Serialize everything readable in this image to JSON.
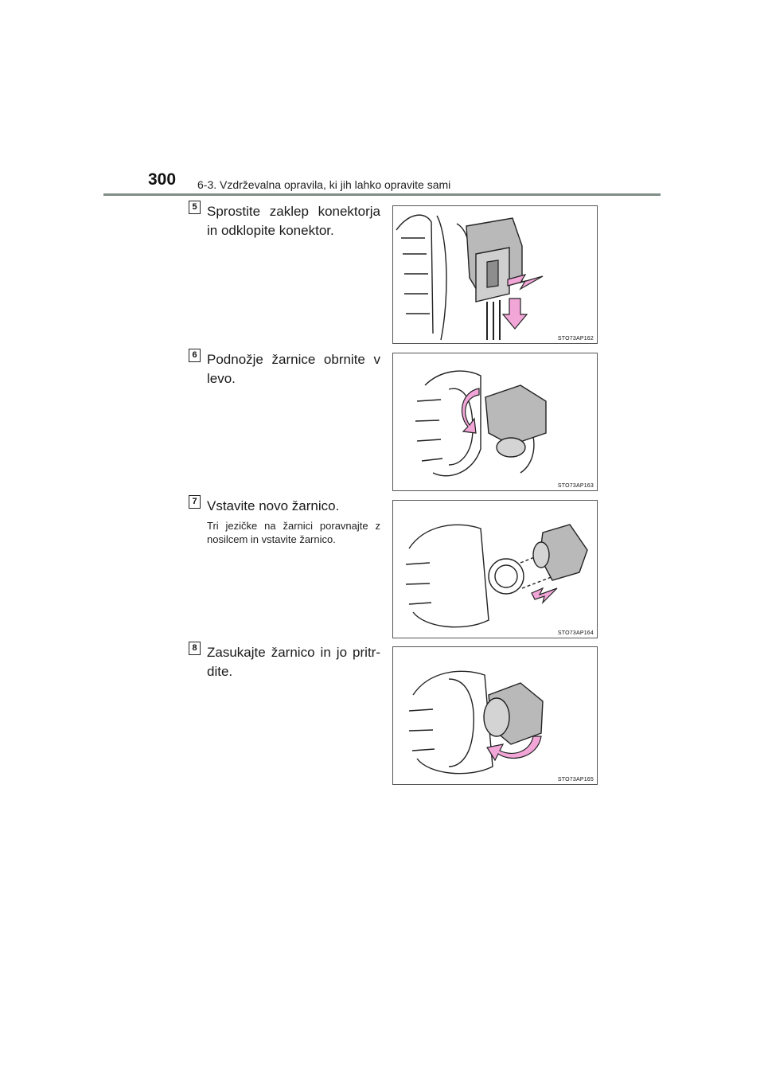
{
  "header": {
    "page_number": "300",
    "section_title": "6-3. Vzdrževalna opravila, ki jih lahko opravite sami"
  },
  "steps": [
    {
      "number": "5",
      "text": "Sprostite zaklep konektorja in odklopite konektor.",
      "figure_code": "STO73AP162"
    },
    {
      "number": "6",
      "text": "Podnožje žarnice obrnite v levo.",
      "figure_code": "STO73AP163"
    },
    {
      "number": "7",
      "text": "Vstavite novo žarnico.",
      "note": "Tri jezičke na žarnici poravnajte z nosilcem in vstavite žarnico.",
      "figure_code": "STO73AP164"
    },
    {
      "number": "8",
      "text": "Zasukajte žarnico in jo pritr-dite.",
      "figure_code": "STO73AP165"
    }
  ],
  "colors": {
    "rule": "#7f8d86",
    "arrow_pink": "#f2a6d8",
    "part_gray": "#b9b9b9"
  }
}
